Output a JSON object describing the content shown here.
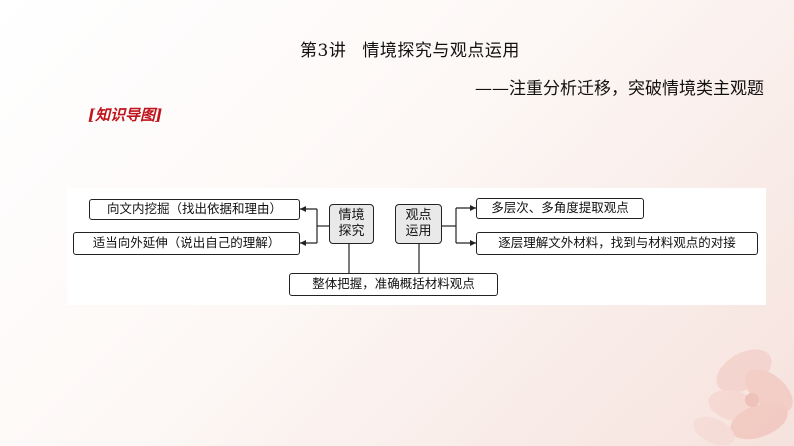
{
  "header": {
    "lecture_no": "第3讲",
    "title": "情境探究与观点运用",
    "subtitle": "——注重分析迁移，突破情境类主观题",
    "section_tag": "[知识导图]"
  },
  "diagram": {
    "center_left_line1": "情境",
    "center_left_line2": "探究",
    "center_right_line1": "观点",
    "center_right_line2": "运用",
    "left_top": "向文内挖掘（找出依据和理由）",
    "left_bottom": "适当向外延伸（说出自己的理解）",
    "right_top": "多层次、多角度提取观点",
    "right_bottom": "逐层理解文外材料，找到与材料观点的对接",
    "bottom": "整体把握，准确概括材料观点"
  },
  "colors": {
    "tag_red": "#c0141c",
    "node_fill": "#e9e9e9",
    "line": "#222222"
  }
}
